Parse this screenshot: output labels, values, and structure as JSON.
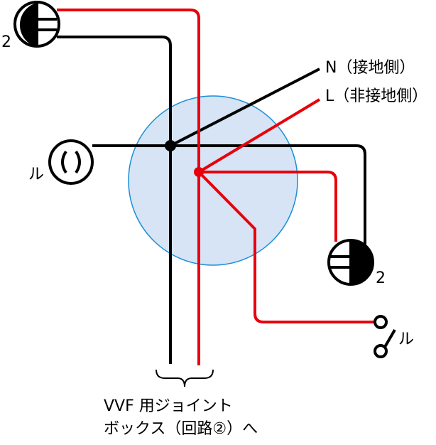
{
  "labels": {
    "outlet_top_number": "2",
    "outlet_right_number": "2",
    "lamp_label": "ル",
    "switch_label": "ル",
    "neutral": "N（接地側）",
    "live": "L（非接地側）",
    "footer_line1": "VVF 用ジョイント",
    "footer_line2": "ボックス（回路②）へ"
  },
  "colors": {
    "neutral_wire": "#000000",
    "live_wire": "#e8000b",
    "junction_box_fill": "#d6e4f5",
    "junction_box_stroke": "#1a8fd8"
  }
}
